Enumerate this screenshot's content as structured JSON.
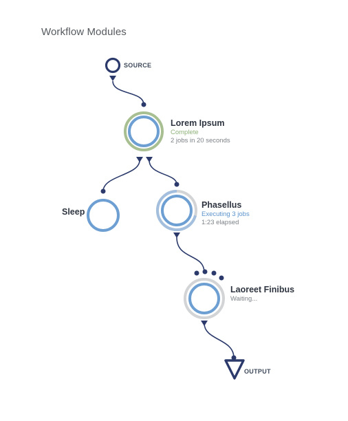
{
  "header": {
    "title": "Workflow Modules"
  },
  "colors": {
    "edge": "#2b3a6b",
    "node_inner": "#6d9fd2",
    "complete_ring": "#a8bf92",
    "complete_text": "#8fb37a",
    "executing_text": "#5b93cc",
    "waiting_ring": "#d2d4d6",
    "muted_text": "#7c8288"
  },
  "source": {
    "label": "SOURCE"
  },
  "output": {
    "label": "OUTPUT"
  },
  "nodes": [
    {
      "name": "Lorem Ipsum",
      "status": "Complete",
      "detail": "2 jobs in 20 seconds",
      "state": "complete"
    },
    {
      "name": "Sleep",
      "status": "",
      "detail": "",
      "state": "idle"
    },
    {
      "name": "Phasellus",
      "status": "Executing 3 jobs",
      "detail": "1:23 elapsed",
      "state": "executing",
      "progress": 0.6
    },
    {
      "name": "Laoreet Finibus",
      "status": "Waiting...",
      "detail": "",
      "state": "waiting"
    }
  ]
}
